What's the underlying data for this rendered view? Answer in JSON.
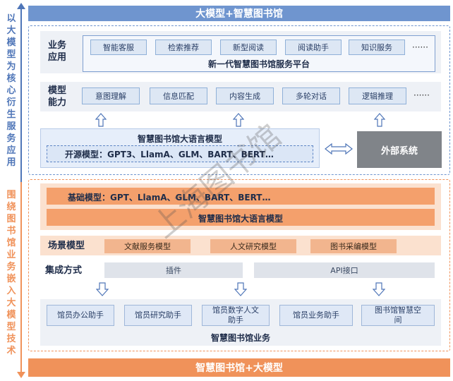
{
  "top_bar": "大模型+智慧图书馆",
  "bottom_bar": "智慧图书馆+大模型",
  "left_top_vertical": "以大模型为核心衍生服务应用",
  "left_bottom_vertical": "围绕图书馆业务嵌入大模型技术",
  "business_app": {
    "label_line1": "业务",
    "label_line2": "应用",
    "items": [
      "智能客服",
      "检索推荐",
      "新型阅读",
      "阅读助手",
      "知识服务"
    ],
    "more": "······",
    "platform": "新一代智慧图书馆服务平台"
  },
  "model_ability": {
    "label_line1": "模型",
    "label_line2": "能力",
    "items": [
      "意图理解",
      "信息匹配",
      "内容生成",
      "多轮对话",
      "逻辑推理"
    ],
    "more": "······"
  },
  "llm_block": {
    "title": "智慧图书馆大语言模型",
    "open_source": "开源模型：GPT3、LlamA、GLM、BART、BERT…"
  },
  "external": "外部系统",
  "base_block": {
    "base_models": "基础模型：GPT、LlamA、GLM、BART、BERT…",
    "title": "智慧图书馆大语言模型"
  },
  "scene": {
    "label": "场景模型",
    "items": [
      "文献服务模型",
      "人文研究模型",
      "图书采编模型"
    ]
  },
  "integration": {
    "label": "集成方式",
    "items": [
      "插件",
      "API接口"
    ]
  },
  "business": {
    "items": [
      "馆员办公助手",
      "馆员研究助手",
      "馆员数字人文助手",
      "馆员业务助手",
      "图书馆智慧空间"
    ],
    "title": "智慧图书馆业务"
  },
  "watermark": "上海图书馆",
  "colors": {
    "blue": "#4f76b8",
    "orange": "#f0925a",
    "light_orange": "#fbe1cf",
    "dark_gray": "#7f8389"
  }
}
